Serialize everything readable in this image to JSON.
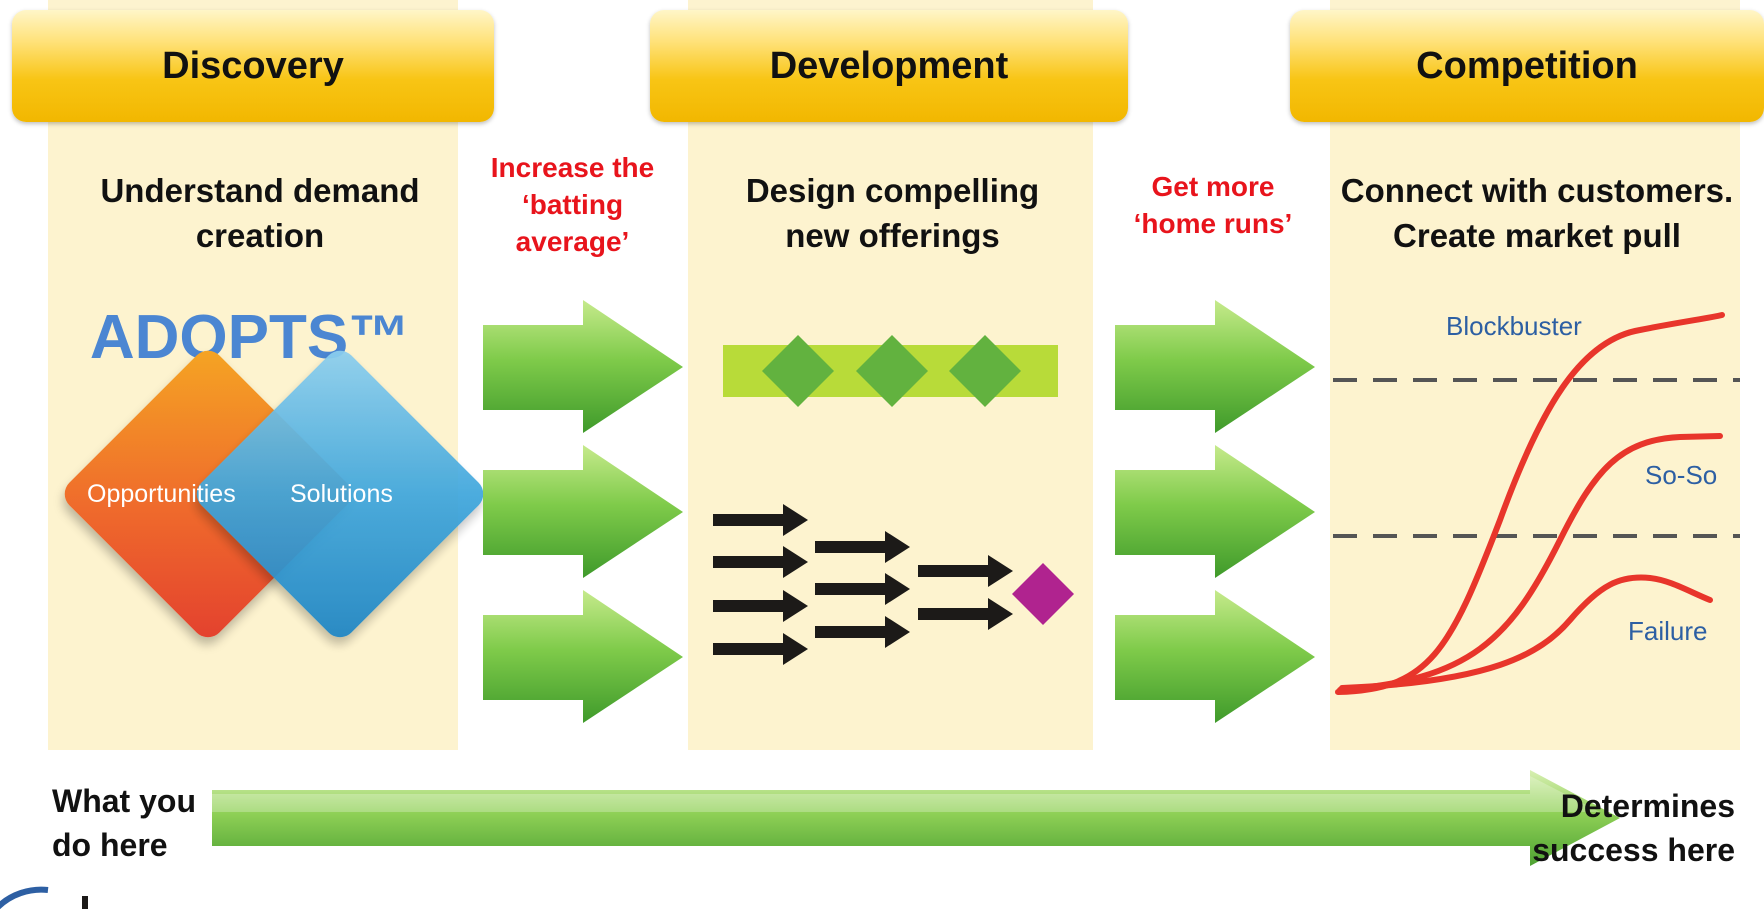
{
  "stages": [
    {
      "title": "Discovery",
      "description": "Understand demand creation"
    },
    {
      "title": "Development",
      "description": "Design compelling new offerings"
    },
    {
      "title": "Competition",
      "description": "Connect with customers. Create market pull"
    }
  ],
  "transitions": [
    "Increase the ‘batting average’",
    "Get more ‘home runs’"
  ],
  "discovery": {
    "brand": "ADOPTS™",
    "left_diamond": "Opportunities",
    "right_diamond": "Solutions"
  },
  "competition": {
    "outcomes": [
      "Blockbuster",
      "So-So",
      "Failure"
    ]
  },
  "bottom": {
    "start": "What you do here",
    "end": "Determines success here"
  },
  "colors": {
    "header": "#f8c515",
    "column": "#fdf3cf",
    "red_text": "#e8141c",
    "arrow_green": "#5fb43a",
    "curve": "#e8352b",
    "brand_blue": "#4b86d2",
    "diamond": "#b0238f"
  }
}
